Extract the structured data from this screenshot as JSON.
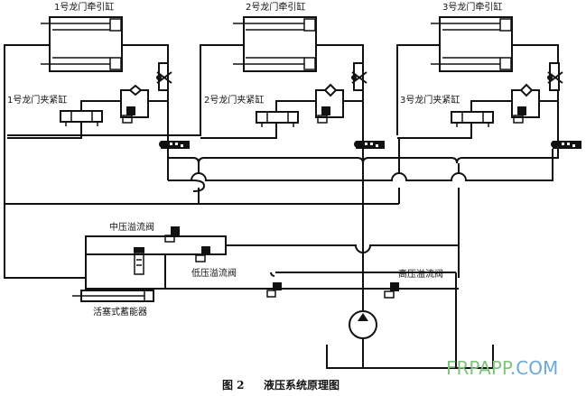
{
  "gantries": [
    {
      "traction_label": "1号龙门牵引缸",
      "clamp_label": "1号龙门夹紧缸"
    },
    {
      "traction_label": "2号龙门牵引缸",
      "clamp_label": "2号龙门夹紧缸"
    },
    {
      "traction_label": "3号龙门牵引缸",
      "clamp_label": "3号龙门夹紧缸"
    }
  ],
  "valves": {
    "medium_pressure_relief": "中压溢流阀",
    "low_pressure_relief": "低压溢流阀",
    "high_pressure_relief": "高压溢流阀"
  },
  "accumulator_label": "活塞式蓄能器",
  "caption": {
    "figure_no": "图 2",
    "title": "液压系统原理图"
  },
  "watermark": {
    "part1": "FRPAPP",
    "part2": ".COM",
    "color1": "#7dc47a",
    "color2": "#6aa9d8"
  }
}
